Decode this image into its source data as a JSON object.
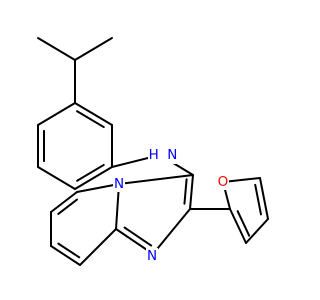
{
  "molecule": {
    "atoms": {
      "amine_n": {
        "symbol": "N",
        "label": "H  N",
        "color": "#0000ff"
      },
      "ring_n": {
        "symbol": "N",
        "label": "N",
        "color": "#0000ff"
      },
      "imine_n": {
        "symbol": "N",
        "label": "N",
        "color": "#0000ff"
      },
      "furan_o": {
        "symbol": "O",
        "label": "O",
        "color": "#ff0000"
      }
    },
    "bond_color": "#000000"
  }
}
